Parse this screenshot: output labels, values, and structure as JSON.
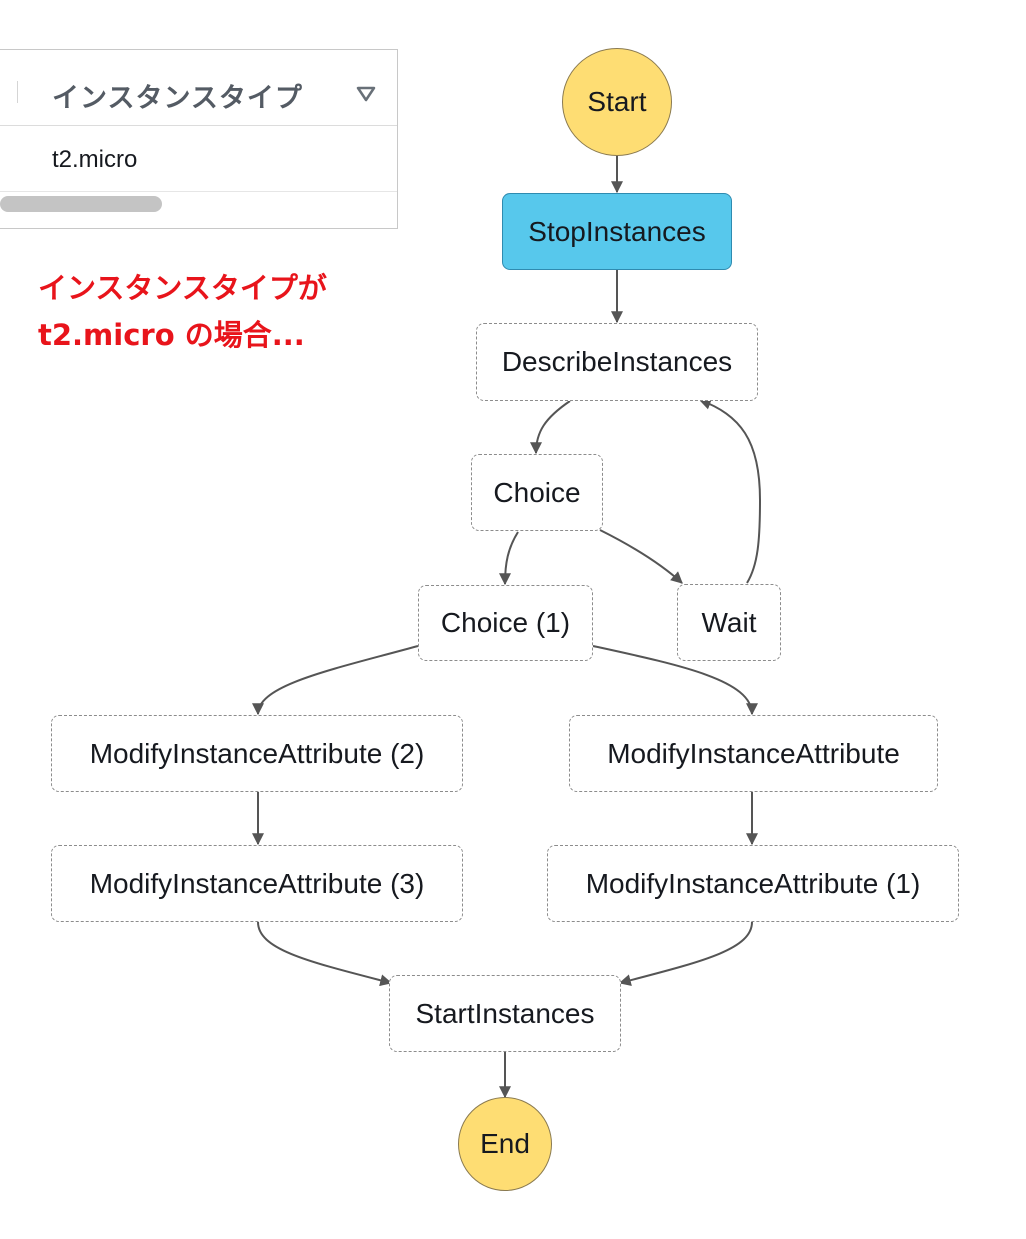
{
  "table": {
    "column_header": "インスタンスタイプ",
    "row_value": "t2.micro"
  },
  "note": {
    "line1": "インスタンスタイプが",
    "line2": "t2.micro の場合..."
  },
  "diagram": {
    "start": "Start",
    "stop_instances": "StopInstances",
    "describe_instances": "DescribeInstances",
    "choice": "Choice",
    "choice_1": "Choice (1)",
    "wait": "Wait",
    "modify_2": "ModifyInstanceAttribute (2)",
    "modify": "ModifyInstanceAttribute",
    "modify_3": "ModifyInstanceAttribute (3)",
    "modify_1": "ModifyInstanceAttribute (1)",
    "start_instances": "StartInstances",
    "end": "End"
  },
  "colors": {
    "active_task": "#57c8ec",
    "terminal": "#fedd73",
    "note_text": "#e8141b"
  }
}
